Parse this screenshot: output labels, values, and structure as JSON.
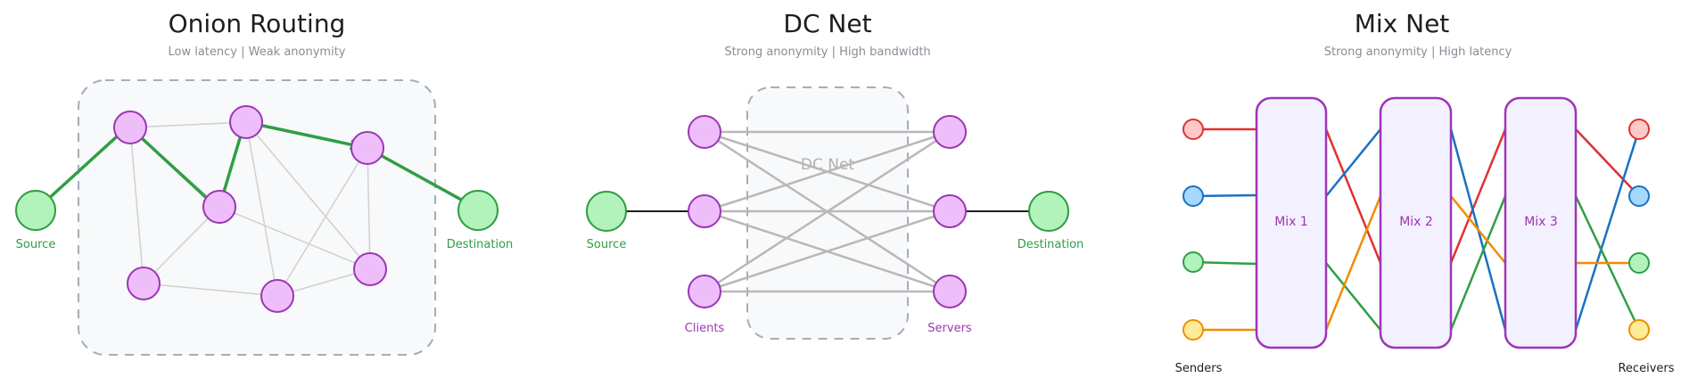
{
  "panels": {
    "onion": {
      "title": "Onion Routing",
      "subtitle": "Low latency  |  Weak anonymity",
      "source_label": "Source",
      "destination_label": "Destination"
    },
    "dcnet": {
      "title": "DC Net",
      "subtitle": "Strong anonymity  |  High bandwidth",
      "box_label": "DC Net",
      "source_label": "Source",
      "destination_label": "Destination",
      "clients_label": "Clients",
      "servers_label": "Servers"
    },
    "mixnet": {
      "title": "Mix Net",
      "subtitle": "Strong anonymity  |  High latency",
      "mix_labels": [
        "Mix 1",
        "Mix 2",
        "Mix 3"
      ],
      "senders_label": "Senders",
      "receivers_label": "Receivers"
    }
  },
  "colors": {
    "node_fill": "#eebefa",
    "node_stroke": "#9c36b5",
    "endpoint_fill": "#b2f2bb",
    "endpoint_stroke": "#2f9e44",
    "route": "#2f9e44",
    "mesh_line": "#d0d0d0",
    "dc_line": "#b8b8b8",
    "box_fill": "#f8f9fa",
    "box_stroke": "#a5adb8",
    "mix_fill": "#f3f0ff",
    "red": "#e03131",
    "blue": "#1971c2",
    "green": "#2f9e44",
    "orange": "#f08c00"
  },
  "icons": [
    "arrow-icon"
  ]
}
